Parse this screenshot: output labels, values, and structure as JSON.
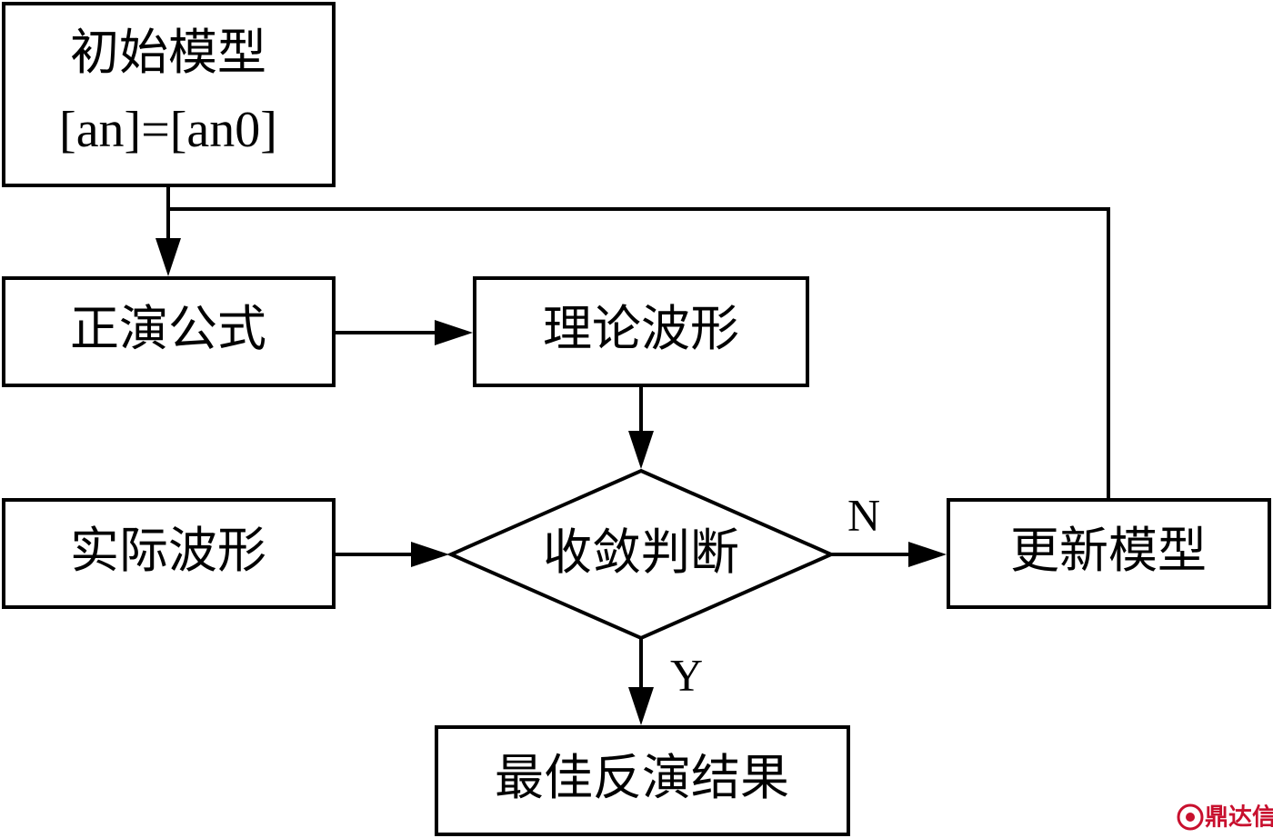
{
  "nodes": {
    "initial_model": {
      "line1": "初始模型",
      "line2": "[an]=[an0]"
    },
    "forward_formula": {
      "label": "正演公式"
    },
    "theoretical_waveform": {
      "label": "理论波形"
    },
    "actual_waveform": {
      "label": "实际波形"
    },
    "convergence_check": {
      "label": "收敛判断"
    },
    "update_model": {
      "label": "更新模型"
    },
    "best_result": {
      "label": "最佳反演结果"
    }
  },
  "edges": {
    "no_label": "N",
    "yes_label": "Y"
  },
  "watermark": {
    "text": "鼎达信",
    "color": "#c8102e"
  }
}
